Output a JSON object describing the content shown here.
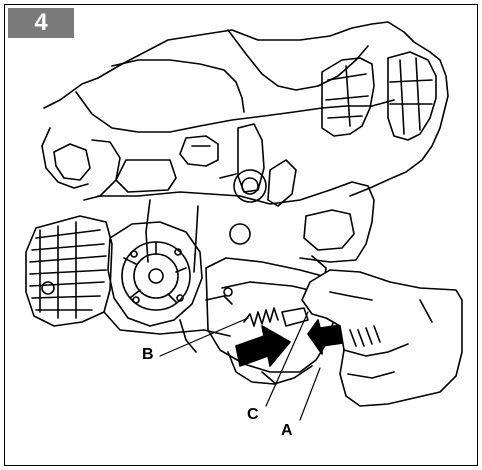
{
  "figure": {
    "step_number": "4",
    "callouts": {
      "a": "A",
      "b": "B",
      "c": "C"
    }
  },
  "icons": [
    "chainsaw-illustration",
    "hand-illustration",
    "push-arrow-icon",
    "direction-arrow-icon",
    "spring-icon"
  ]
}
